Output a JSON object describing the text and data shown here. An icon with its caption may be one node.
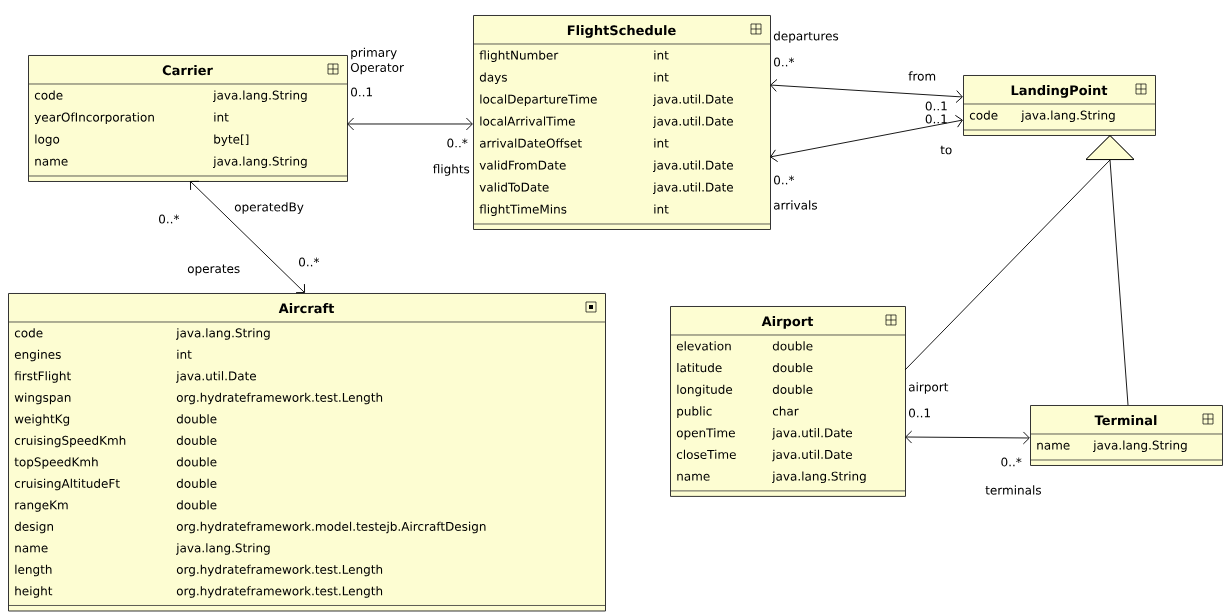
{
  "diagram": {
    "nodes": [
      {
        "text": [
          "Carrier",
          "code",
          "java.lang.String",
          "yearOfIncorporation",
          "int",
          "logo",
          "byte[]",
          "name",
          "java.lang.String"
        ]
      },
      {
        "text": [
          "FlightSchedule",
          "flightNumber",
          "int",
          "days",
          "int",
          "localDepartureTime",
          "java.util.Date",
          "localArrivalTime",
          "java.util.Date",
          "arrivalDateOffset",
          "int",
          "validFromDate",
          "java.util.Date",
          "validToDate",
          "java.util.Date",
          "flightTimeMins",
          "int"
        ]
      },
      {
        "text": [
          "LandingPoint",
          "code",
          "java.lang.String"
        ]
      },
      {
        "text": [
          "Aircraft",
          "code",
          "java.lang.String",
          "engines",
          "int",
          "firstFlight",
          "java.util.Date",
          "wingspan",
          "org.hydrateframework.test.Length",
          "weightKg",
          "double",
          "cruisingSpeedKmh",
          "double",
          "topSpeedKmh",
          "double",
          "cruisingAltitudeFt",
          "double",
          "rangeKm",
          "double",
          "design",
          "org.hydrateframework.model.testejb.AircraftDesign",
          "name",
          "java.lang.String",
          "length",
          "org.hydrateframework.test.Length",
          "height",
          "org.hydrateframework.test.Length"
        ]
      },
      {
        "text": [
          "Airport",
          "elevation",
          "double",
          "latitude",
          "double",
          "longitude",
          "double",
          "public",
          "char",
          "openTime",
          "java.util.Date",
          "closeTime",
          "java.util.Date",
          "name",
          "java.lang.String"
        ]
      },
      {
        "text": [
          "Terminal",
          "name",
          "java.lang.String"
        ]
      }
    ],
    "edges": [
      {
        "from": 0,
        "to": 1,
        "arrow": "both"
      },
      {
        "from": 0,
        "to": 3,
        "arrow": "both"
      },
      {
        "from": 1,
        "to": 2,
        "arrow": "both"
      },
      {
        "from": 1,
        "to": 2,
        "arrow": "both"
      },
      {
        "from": 4,
        "to": 2,
        "arrow": "to"
      },
      {
        "from": 5,
        "to": 2,
        "arrow": "to"
      },
      {
        "from": 4,
        "to": 5,
        "arrow": "both"
      }
    ],
    "labels": [
      "primary Operator",
      "0..1",
      "0..*",
      "flights",
      "0..*",
      "operatedBy",
      "operates",
      "0..*",
      "departures",
      "0..*",
      "from",
      "0..1",
      "0..1",
      "to",
      "0..*",
      "arrivals",
      "airport",
      "0..1",
      "0..*",
      "terminals"
    ]
  }
}
